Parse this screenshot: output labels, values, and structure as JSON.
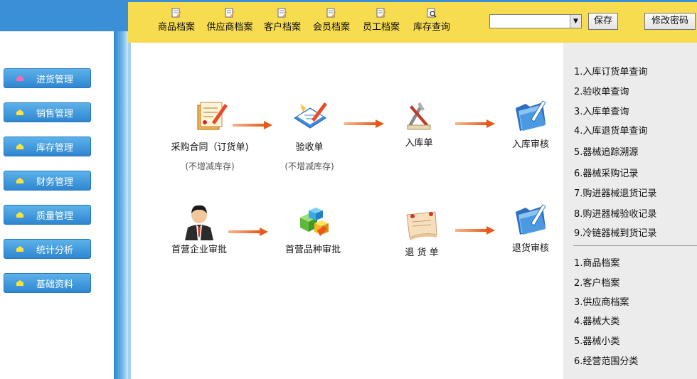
{
  "nav": {
    "items": [
      {
        "label": "进货管理",
        "icon": "home-icon"
      },
      {
        "label": "销售管理",
        "icon": "home-icon"
      },
      {
        "label": "库存管理",
        "icon": "home-icon"
      },
      {
        "label": "财务管理",
        "icon": "home-icon"
      },
      {
        "label": "质量管理",
        "icon": "home-icon"
      },
      {
        "label": "统计分析",
        "icon": "home-icon"
      },
      {
        "label": "基础资料",
        "icon": "home-icon"
      }
    ]
  },
  "toolbar": {
    "items": [
      {
        "label": "商品档案",
        "icon": "document-edit-icon"
      },
      {
        "label": "供应商档案",
        "icon": "document-edit-icon"
      },
      {
        "label": "客户档案",
        "icon": "document-edit-icon"
      },
      {
        "label": "会员档案",
        "icon": "document-edit-icon"
      },
      {
        "label": "员工档案",
        "icon": "document-edit-icon"
      },
      {
        "label": "库存查询",
        "icon": "document-search-icon"
      }
    ],
    "combo_value": "",
    "save_label": "保存",
    "change_password_label": "修改密码"
  },
  "flow": {
    "row1": [
      {
        "label": "采购合同（订货单)",
        "note": "(不增减库存)",
        "icon": "contract-icon"
      },
      {
        "label": "验收单",
        "note": "(不增减库存)",
        "icon": "checklist-icon"
      },
      {
        "label": "入库单",
        "note": "",
        "icon": "tools-icon"
      },
      {
        "label": "入库审核",
        "note": "",
        "icon": "folder-icon"
      }
    ],
    "row2": [
      {
        "label": "首营企业审批",
        "icon": "person-icon"
      },
      {
        "label": "首营品种审批",
        "icon": "cubes-icon"
      },
      {
        "label": "退 货 单",
        "icon": "note-icon"
      },
      {
        "label": "退货审核",
        "icon": "folder-icon"
      }
    ]
  },
  "right_panel": {
    "group1": [
      "1.入库订货单查询",
      "2.验收单查询",
      "3.入库单查询",
      "4.入库退货单查询",
      "5.器械追踪溯源",
      "6.器械采购记录",
      "7.购进器械退货记录",
      "8.购进器械验收记录",
      "9.冷链器械到货记录"
    ],
    "group2": [
      "1.商品档案",
      "2.客户档案",
      "3.供应商档案",
      "4.器械大类",
      "5.器械小类",
      "6.经营范围分类"
    ]
  },
  "colors": {
    "toolbar_bg": "#f7dc4f",
    "nav_blue": "#3a8fd6",
    "arrow_orange": "#e8581a",
    "right_panel_bg": "#ececec"
  }
}
